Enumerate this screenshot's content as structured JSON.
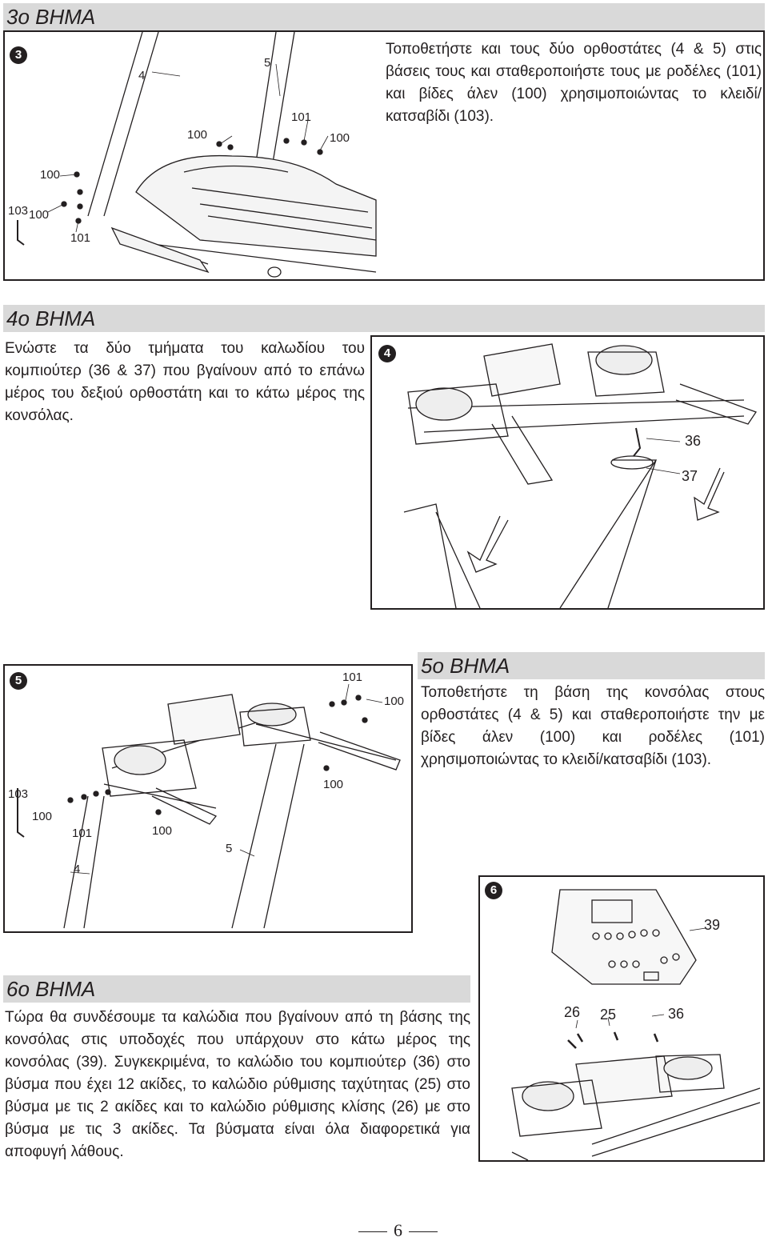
{
  "step3": {
    "heading": "3ο ΒΗΜΑ",
    "number": "❸",
    "text": "Τοποθετήστε και τους δύο ορθοστάτες (4 & 5) στις βάσεις τους και σταθεροποιήστε τους με ροδέλες (101) και βίδες άλεν (100) χρησιμοποιώντας το κλειδί/κατσαβίδι (103).",
    "labels": [
      "4",
      "5",
      "100",
      "101",
      "100",
      "100",
      "103",
      "100",
      "101"
    ]
  },
  "step4": {
    "heading": "4ο ΒΗΜΑ",
    "number": "❹",
    "text": "Ενώστε τα δύο τμήματα του καλωδίου του κομπιούτερ (36 & 37) που βγαίνουν από το επάνω μέρος του δεξιού ορθοστάτη και το κάτω μέρος της κονσόλας.",
    "labels": [
      "36",
      "37"
    ]
  },
  "step5": {
    "heading": "5ο ΒΗΜΑ",
    "number": "❺",
    "text": "Τοποθετήστε τη βάση της κονσόλας στους ορθοστάτες (4 & 5) και σταθεροποιήστε την με βίδες άλεν (100) και ροδέλες (101) χρησιμοποιώντας το κλειδί/κατσαβίδι (103).",
    "labels": [
      "101",
      "100",
      "100",
      "103",
      "100",
      "101",
      "100",
      "5",
      "4"
    ]
  },
  "step6": {
    "heading": "6ο ΒΗΜΑ",
    "number": "❻",
    "text": "Τώρα θα συνδέσουμε τα καλώδια που βγαίνουν από τη βάσης της κονσόλας στις υποδοχές που υπάρχουν στο κάτω μέρος της κονσόλας (39). Συγκεκριμένα, το καλώδιο του κομπιούτερ (36) στο βύσμα που έχει 12 ακίδες, το καλώδιο ρύθμισης ταχύτητας (25) στο βύσμα με τις 2 ακίδες και το καλώδιο ρύθμισης κλίσης (26) με στο βύσμα με τις 3 ακίδες. Τα βύσματα είναι όλα διαφορετικά για αποφυγή λάθους.",
    "labels": [
      "39",
      "26",
      "25",
      "36"
    ]
  },
  "footer": {
    "page_number": "6"
  }
}
